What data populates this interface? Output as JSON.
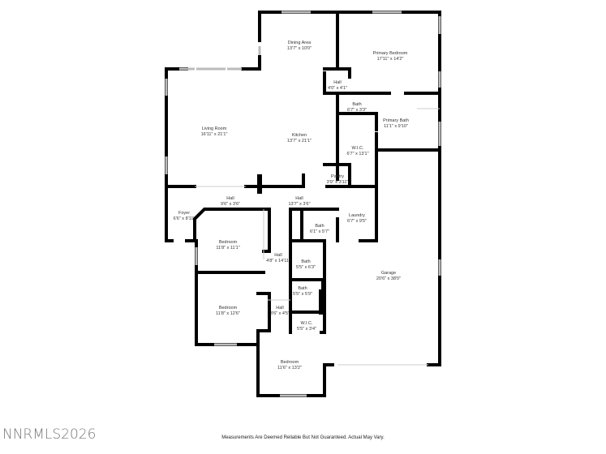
{
  "rooms": [
    {
      "name": "Dining Area",
      "dims": "13'7\" x 10'0\""
    },
    {
      "name": "Primary Bedroom",
      "dims": "17'11\" x 14'2\""
    },
    {
      "name": "Hall",
      "dims": "4'0\" x 4'1\""
    },
    {
      "name": "Bath",
      "dims": "6'7\" x 3'3\""
    },
    {
      "name": "Primary Bath",
      "dims": "11'1\" x 9'10\""
    },
    {
      "name": "Living Room",
      "dims": "16'11\" x 21'1\""
    },
    {
      "name": "Kitchen",
      "dims": "13'7\" x 21'1\""
    },
    {
      "name": "W.I.C.",
      "dims": "6'7\" x 13'1\""
    },
    {
      "name": "Pantry",
      "dims": "3'9\" x 3'11\""
    },
    {
      "name": "Hall",
      "dims": "9'6\" x 3'6\""
    },
    {
      "name": "Hall",
      "dims": "13'7\" x 3'6\""
    },
    {
      "name": "Foyer",
      "dims": "6'6\" x 8'11\""
    },
    {
      "name": "Bath",
      "dims": "6'1\" x 5'7\""
    },
    {
      "name": "Laundry",
      "dims": "6'7\" x 9'5\""
    },
    {
      "name": "Bedroom",
      "dims": "11'8\" x 11'1\""
    },
    {
      "name": "Hall",
      "dims": "4'8\" x 14'11\""
    },
    {
      "name": "Bath",
      "dims": "5'5\" x 6'3\""
    },
    {
      "name": "Garage",
      "dims": "20'6\" x 38'0\""
    },
    {
      "name": "Bath",
      "dims": "5'5\" x 5'9\""
    },
    {
      "name": "Bedroom",
      "dims": "11'8\" x 12'6\""
    },
    {
      "name": "Hall",
      "dims": "3'6\" x 4'5\""
    },
    {
      "name": "W.I.C.",
      "dims": "5'5\" x 3'4\""
    },
    {
      "name": "Bedroom",
      "dims": "11'6\" x 13'2\""
    }
  ],
  "watermark": "NNRMLS2026",
  "disclaimer": "Measurements Are Deemed Reliable But Not Guaranteed. Actual May Vary."
}
